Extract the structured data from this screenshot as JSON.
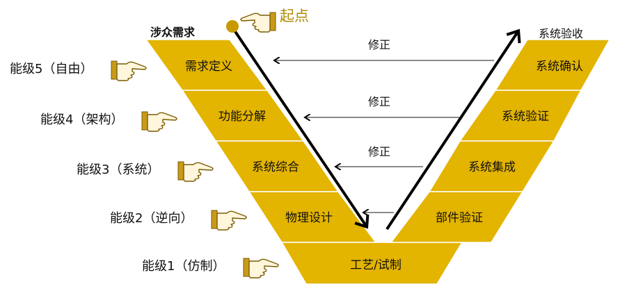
{
  "start": {
    "top_label": "涉众需求",
    "start_label": "起点"
  },
  "end_label": "系统验收",
  "levels": [
    {
      "label": "能级5（自由）"
    },
    {
      "label": "能级4（架构）"
    },
    {
      "label": "能级3（系统）"
    },
    {
      "label": "能级2（逆向）"
    },
    {
      "label": "能级1（仿制）"
    }
  ],
  "left_stages": [
    "需求定义",
    "功能分解",
    "系统综合",
    "物理设计"
  ],
  "bottom_stage": "工艺/试制",
  "right_stages": [
    "系统确认",
    "系统验证",
    "系统集成",
    "部件验证"
  ],
  "feedback_labels": [
    "修正",
    "修正",
    "修正"
  ],
  "colors": {
    "band": "#e3b400",
    "band_stroke": "#ffffff",
    "text": "#111111",
    "arrow": "#000000",
    "feedback": "#444444",
    "start_dot": "#c79a00",
    "start_label": "#b08a00",
    "hand": "#b8860b"
  }
}
